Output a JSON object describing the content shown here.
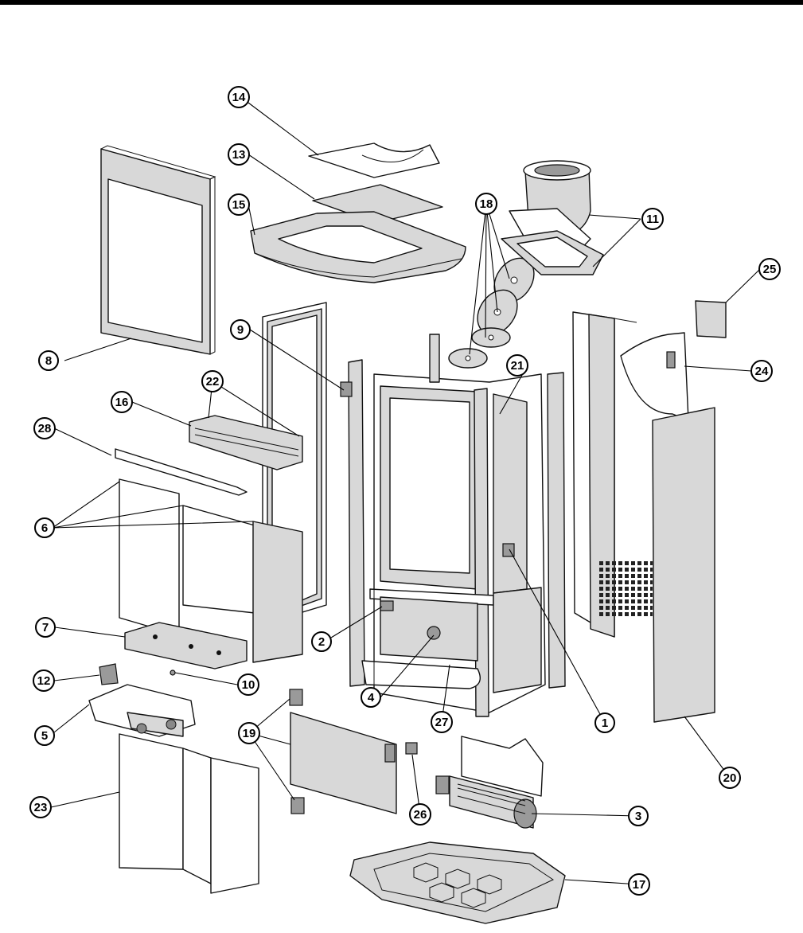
{
  "diagram": {
    "callouts": [
      {
        "number": "1"
      },
      {
        "number": "2"
      },
      {
        "number": "3"
      },
      {
        "number": "4"
      },
      {
        "number": "5"
      },
      {
        "number": "6"
      },
      {
        "number": "7"
      },
      {
        "number": "8"
      },
      {
        "number": "9"
      },
      {
        "number": "10"
      },
      {
        "number": "11"
      },
      {
        "number": "12"
      },
      {
        "number": "13"
      },
      {
        "number": "14"
      },
      {
        "number": "15"
      },
      {
        "number": "16"
      },
      {
        "number": "17"
      },
      {
        "number": "18"
      },
      {
        "number": "19"
      },
      {
        "number": "20"
      },
      {
        "number": "21"
      },
      {
        "number": "22"
      },
      {
        "number": "23"
      },
      {
        "number": "24"
      },
      {
        "number": "25"
      },
      {
        "number": "26"
      },
      {
        "number": "27"
      },
      {
        "number": "28"
      }
    ]
  }
}
